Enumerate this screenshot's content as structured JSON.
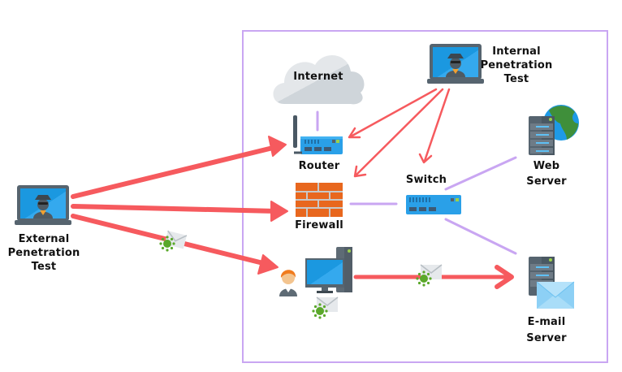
{
  "colors": {
    "boundary": "#c9a6f2",
    "attack_arrow": "#f65a5e",
    "network_link": "#c9a6f2",
    "screen": "#1e9ae6",
    "device_blue": "#2aa0e8",
    "firewall": "#e8671e",
    "server": "#56646f",
    "cloud": "#d5dadf"
  },
  "nodes": {
    "external": {
      "label_lines": [
        "External",
        "Penetration",
        "Test"
      ],
      "icon": "hacker-laptop-icon"
    },
    "internal": {
      "label_lines": [
        "Internal",
        "Penetration",
        "Test"
      ],
      "icon": "hacker-laptop-icon"
    },
    "internet": {
      "label": "Internet",
      "icon": "cloud-icon"
    },
    "router": {
      "label": "Router",
      "icon": "router-icon"
    },
    "firewall": {
      "label": "Firewall",
      "icon": "firewall-icon"
    },
    "switch": {
      "label": "Switch",
      "icon": "switch-icon"
    },
    "web_server": {
      "label_lines": [
        "Web",
        "Server"
      ],
      "icon": "web-server-icon"
    },
    "email_server": {
      "label_lines": [
        "E-mail",
        "Server"
      ],
      "icon": "email-server-icon"
    },
    "workstation": {
      "icon": "desktop-computer-icon",
      "user_icon": "user-icon"
    }
  },
  "attack_paths": [
    {
      "from": "external",
      "to": "router"
    },
    {
      "from": "external",
      "to": "firewall"
    },
    {
      "from": "external",
      "to": "workstation",
      "payload": "infected-email-icon"
    },
    {
      "from": "workstation",
      "to": "email_server",
      "payload": "infected-email-icon"
    },
    {
      "from": "internal",
      "to": "router"
    },
    {
      "from": "internal",
      "to": "firewall"
    },
    {
      "from": "internal",
      "to": "switch"
    }
  ],
  "network_links": [
    {
      "from": "internet",
      "to": "router"
    },
    {
      "from": "firewall",
      "to": "switch"
    },
    {
      "from": "switch",
      "to": "web_server"
    },
    {
      "from": "switch",
      "to": "email_server"
    }
  ]
}
